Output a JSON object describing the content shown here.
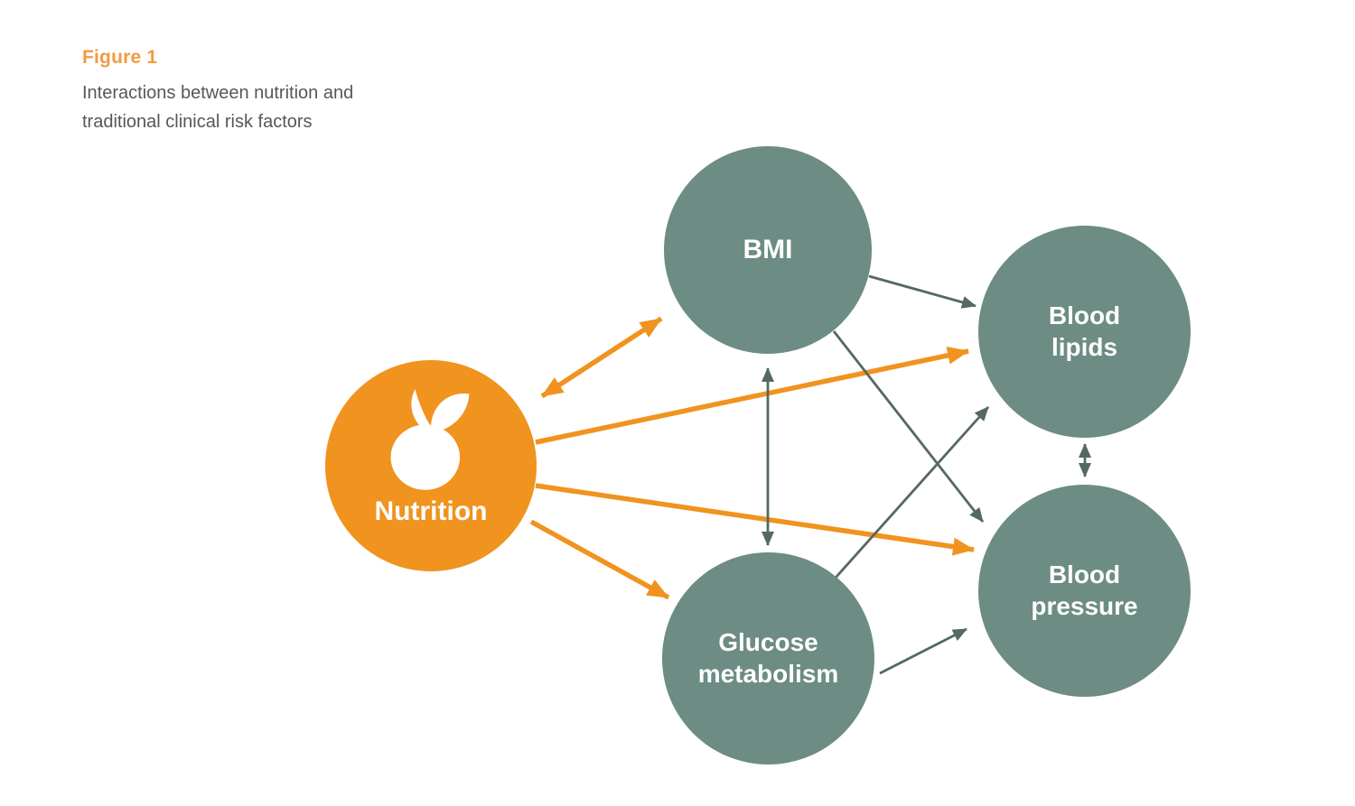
{
  "figure": {
    "label": "Figure 1",
    "caption": "Interactions between nutrition and\ntraditional clinical risk factors"
  },
  "nodes": {
    "nutrition": {
      "label": "Nutrition"
    },
    "bmi": {
      "label": "BMI"
    },
    "blood_lipids": {
      "label": "Blood\nlipids"
    },
    "glucose": {
      "label": "Glucose\nmetabolism"
    },
    "blood_pressure": {
      "label": "Blood\npressure"
    }
  },
  "edges": [
    {
      "from": "Nutrition",
      "to": "BMI",
      "color": "orange",
      "bidirectional": true
    },
    {
      "from": "Nutrition",
      "to": "Blood lipids",
      "color": "orange",
      "bidirectional": false
    },
    {
      "from": "Nutrition",
      "to": "Blood pressure",
      "color": "orange",
      "bidirectional": false
    },
    {
      "from": "Nutrition",
      "to": "Glucose metabolism",
      "color": "orange",
      "bidirectional": false
    },
    {
      "from": "BMI",
      "to": "Glucose metabolism",
      "color": "gray",
      "bidirectional": true
    },
    {
      "from": "BMI",
      "to": "Blood lipids",
      "color": "gray",
      "bidirectional": false
    },
    {
      "from": "BMI",
      "to": "Blood pressure",
      "color": "gray",
      "bidirectional": false
    },
    {
      "from": "Glucose metabolism",
      "to": "Blood lipids",
      "color": "gray",
      "bidirectional": false
    },
    {
      "from": "Glucose metabolism",
      "to": "Blood pressure",
      "color": "gray",
      "bidirectional": false
    },
    {
      "from": "Blood lipids",
      "to": "Blood pressure",
      "color": "gray",
      "bidirectional": true
    }
  ],
  "icons": {
    "nutrition": "apple-icon"
  },
  "colors": {
    "accent_orange": "#F0931F",
    "node_teal": "#6C8C84",
    "arrow_gray": "#54695F",
    "title_orange": "#F09B40",
    "caption_gray": "#56575B",
    "node_text": "#FFFFFF",
    "background": "#FFFFFF"
  }
}
